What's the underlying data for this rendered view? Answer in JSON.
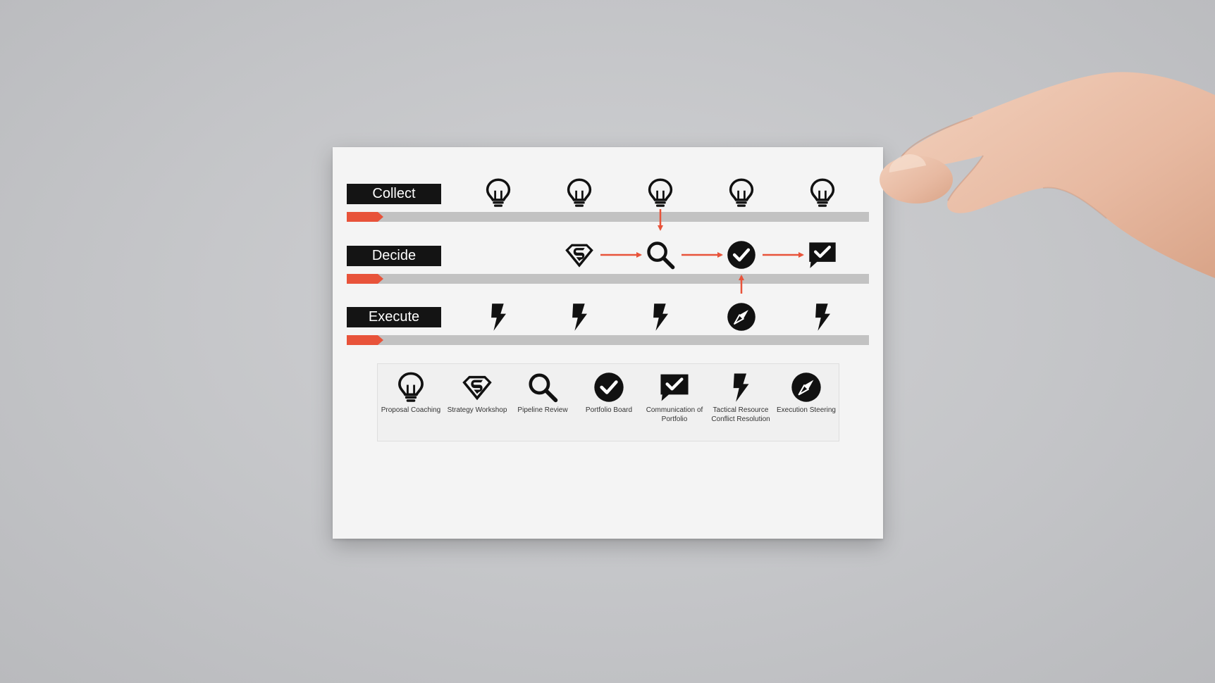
{
  "stages": [
    {
      "id": "collect",
      "label": "Collect",
      "icons": [
        "bulb-icon",
        "bulb-icon",
        "bulb-icon",
        "bulb-icon",
        "bulb-icon"
      ]
    },
    {
      "id": "decide",
      "label": "Decide",
      "icons": [
        "superman-icon",
        "magnifier-icon",
        "check-circle-icon",
        "check-bubble-icon"
      ]
    },
    {
      "id": "execute",
      "label": "Execute",
      "icons": [
        "bolt-icon",
        "bolt-icon",
        "bolt-icon",
        "compass-icon",
        "bolt-icon"
      ]
    }
  ],
  "legend": [
    {
      "icon": "bulb-icon",
      "label": "Proposal Coaching"
    },
    {
      "icon": "superman-icon",
      "label": "Strategy Workshop"
    },
    {
      "icon": "magnifier-icon",
      "label": "Pipeline Review"
    },
    {
      "icon": "check-circle-icon",
      "label": "Portfolio Board"
    },
    {
      "icon": "check-bubble-icon",
      "label": "Communication of Portfolio"
    },
    {
      "icon": "bolt-icon",
      "label": "Tactical Resource Conflict Resolution"
    },
    {
      "icon": "compass-icon",
      "label": "Execution Steering"
    }
  ],
  "colors": {
    "accent": "#e8533a",
    "track": "#c2c2c2",
    "label_bg": "#141414",
    "icon": "#111111"
  }
}
